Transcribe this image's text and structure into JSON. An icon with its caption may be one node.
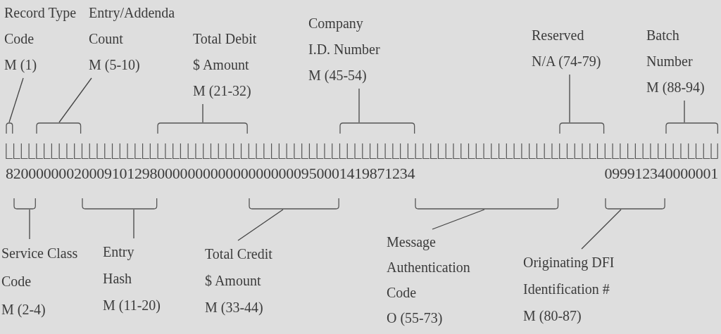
{
  "diagram": {
    "nodes": [
      {
        "text": [
          "Record Type Code",
          "M (1)"
        ]
      },
      {
        "text": [
          "Entry/Addenda Count",
          "M (5-10)"
        ]
      },
      {
        "text": [
          "Total Debit $ Amount",
          "M (21-32)"
        ]
      },
      {
        "text": [
          "Company I.D. Number",
          "M (45-54)"
        ]
      },
      {
        "text": [
          "Reserved",
          "N/A (74-79)"
        ]
      },
      {
        "text": [
          "Batch Number",
          "M (88-94)"
        ]
      },
      {
        "text": [],
        "shape": "bracket"
      },
      {
        "text": [],
        "shape": "bracket"
      },
      {
        "text": [],
        "shape": "bracket"
      },
      {
        "text": [],
        "shape": "bracket"
      },
      {
        "text": [],
        "shape": "bracket"
      },
      {
        "text": [],
        "shape": "bracket"
      },
      {
        "text": [],
        "shape": "bracket"
      },
      {
        "text": [],
        "shape": "bracket"
      },
      {
        "text": [],
        "shape": "bracket"
      },
      {
        "text": [],
        "shape": "bracket"
      },
      {
        "text": [],
        "shape": "bracket"
      },
      {
        "text": [
          "Service Class Code",
          "M (2-4)"
        ]
      },
      {
        "text": [
          "Entry Hash",
          "M (11-20)"
        ]
      },
      {
        "text": [
          "Total Credit $ Amount",
          "M (33-44)"
        ]
      },
      {
        "text": [
          "Message Authentication Code",
          "O (55-73)"
        ]
      },
      {
        "text": [
          "Originating DFI Identification #",
          "M (80-87)"
        ]
      }
    ],
    "edges": [
      {
        "from": 0,
        "to": 6,
        "arrow": "none"
      },
      {
        "from": 1,
        "to": 7,
        "arrow": "none"
      },
      {
        "from": 2,
        "to": 8,
        "arrow": "none"
      },
      {
        "from": 3,
        "to": 9,
        "arrow": "none"
      },
      {
        "from": 4,
        "to": 10,
        "arrow": "none"
      },
      {
        "from": 5,
        "to": 11,
        "arrow": "none"
      },
      {
        "from": 17,
        "to": 12,
        "arrow": "none"
      },
      {
        "from": 18,
        "to": 13,
        "arrow": "none"
      },
      {
        "from": 19,
        "to": 14,
        "arrow": "none"
      },
      {
        "from": 20,
        "to": 15,
        "arrow": "none"
      },
      {
        "from": 21,
        "to": 16,
        "arrow": "none"
      }
    ],
    "labels": [
      "820000000200091012980000000000000000000950001419871234",
      "099912340000001"
    ]
  }
}
